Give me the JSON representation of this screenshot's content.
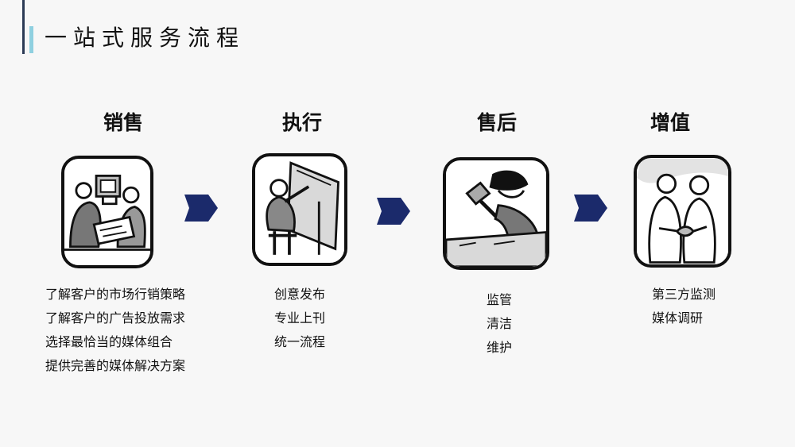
{
  "header": {
    "title": "一站式服务流程"
  },
  "stages": [
    {
      "title": "销售",
      "icon": "meeting-people-icon",
      "items": [
        "了解客户的市场行销策略",
        "了解客户的广告投放需求",
        "选择最恰当的媒体组合",
        "提供完善的媒体解决方案"
      ]
    },
    {
      "title": "执行",
      "icon": "designer-drafting-icon",
      "items": [
        "创意发布",
        "专业上刊",
        "统一流程"
      ]
    },
    {
      "title": "售后",
      "icon": "worker-hammer-icon",
      "items": [
        "监管",
        "清洁",
        "维护"
      ]
    },
    {
      "title": "增值",
      "icon": "handshake-icon",
      "items": [
        "第三方监测",
        "媒体调研"
      ]
    }
  ],
  "colors": {
    "arrow": "#1b2a6b",
    "accent_light": "#8fd0e0",
    "accent_dark": "#2b3a55"
  }
}
